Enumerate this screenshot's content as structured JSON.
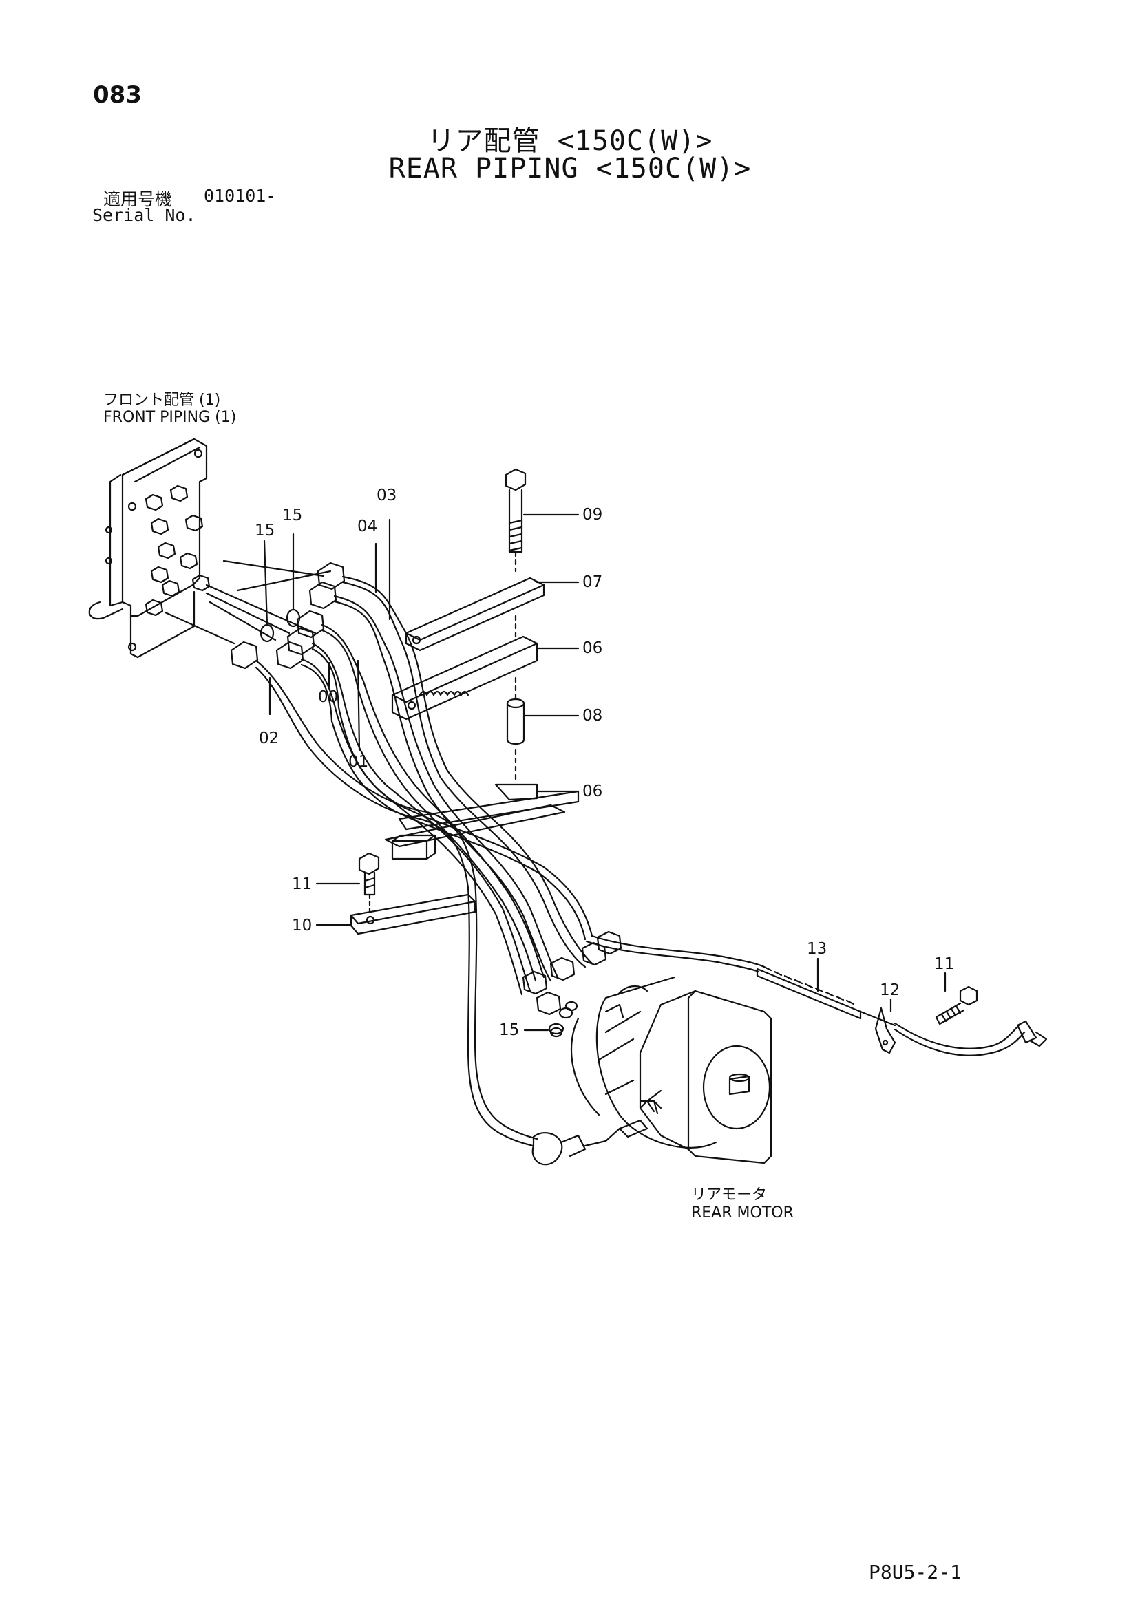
{
  "page_number": "083",
  "title": {
    "jp": "リア配管 <150C(W)>",
    "en": "REAR PIPING <150C(W)>"
  },
  "serial": {
    "label_jp": "適用号機",
    "value": "010101-",
    "label_en": "Serial No."
  },
  "labels": {
    "front_piping_jp": "フロント配管 (1)",
    "front_piping_en": "FRONT PIPING (1)",
    "rear_motor_jp": "リアモータ",
    "rear_motor_en": "REAR MOTOR"
  },
  "callouts": {
    "c03": "03",
    "c04": "04",
    "c15a": "15",
    "c15b": "15",
    "c09": "09",
    "c07": "07",
    "c06a": "06",
    "c08": "08",
    "c06b": "06",
    "c00": "00",
    "c02": "02",
    "c01": "01",
    "c11a": "11",
    "c10": "10",
    "c13": "13",
    "c11b": "11",
    "c12": "12",
    "c15c": "15"
  },
  "document_code": "P8U5-2-1"
}
